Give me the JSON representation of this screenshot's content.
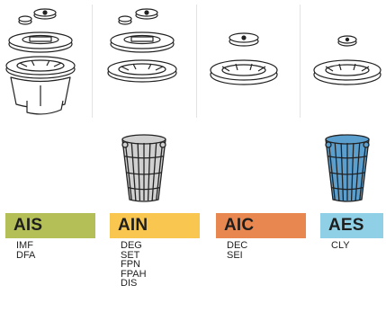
{
  "columns": [
    {
      "label": "AIS",
      "color": "#b5bf57",
      "codes": [
        "IMF",
        "DFA"
      ],
      "has_basket": false,
      "basket_fill": "",
      "unit": "full-stack"
    },
    {
      "label": "AIN",
      "color": "#f9c74f",
      "codes": [
        "DEG",
        "SET",
        "FPN",
        "FPAH",
        "DIS"
      ],
      "has_basket": true,
      "basket_fill": "#d0d0d0",
      "unit": "lid-ring-base"
    },
    {
      "label": "AIC",
      "color": "#e8874f",
      "codes": [
        "DEC",
        "SEI"
      ],
      "has_basket": false,
      "basket_fill": "",
      "unit": "cap-ring"
    },
    {
      "label": "AES",
      "color": "#8fd0e6",
      "codes": [
        "CLY"
      ],
      "has_basket": true,
      "basket_fill": "#5b9fcf",
      "unit": "cap-ring"
    }
  ],
  "icons": {
    "assembly": "skimmer-assembly-icon",
    "basket": "skimmer-basket-icon"
  }
}
